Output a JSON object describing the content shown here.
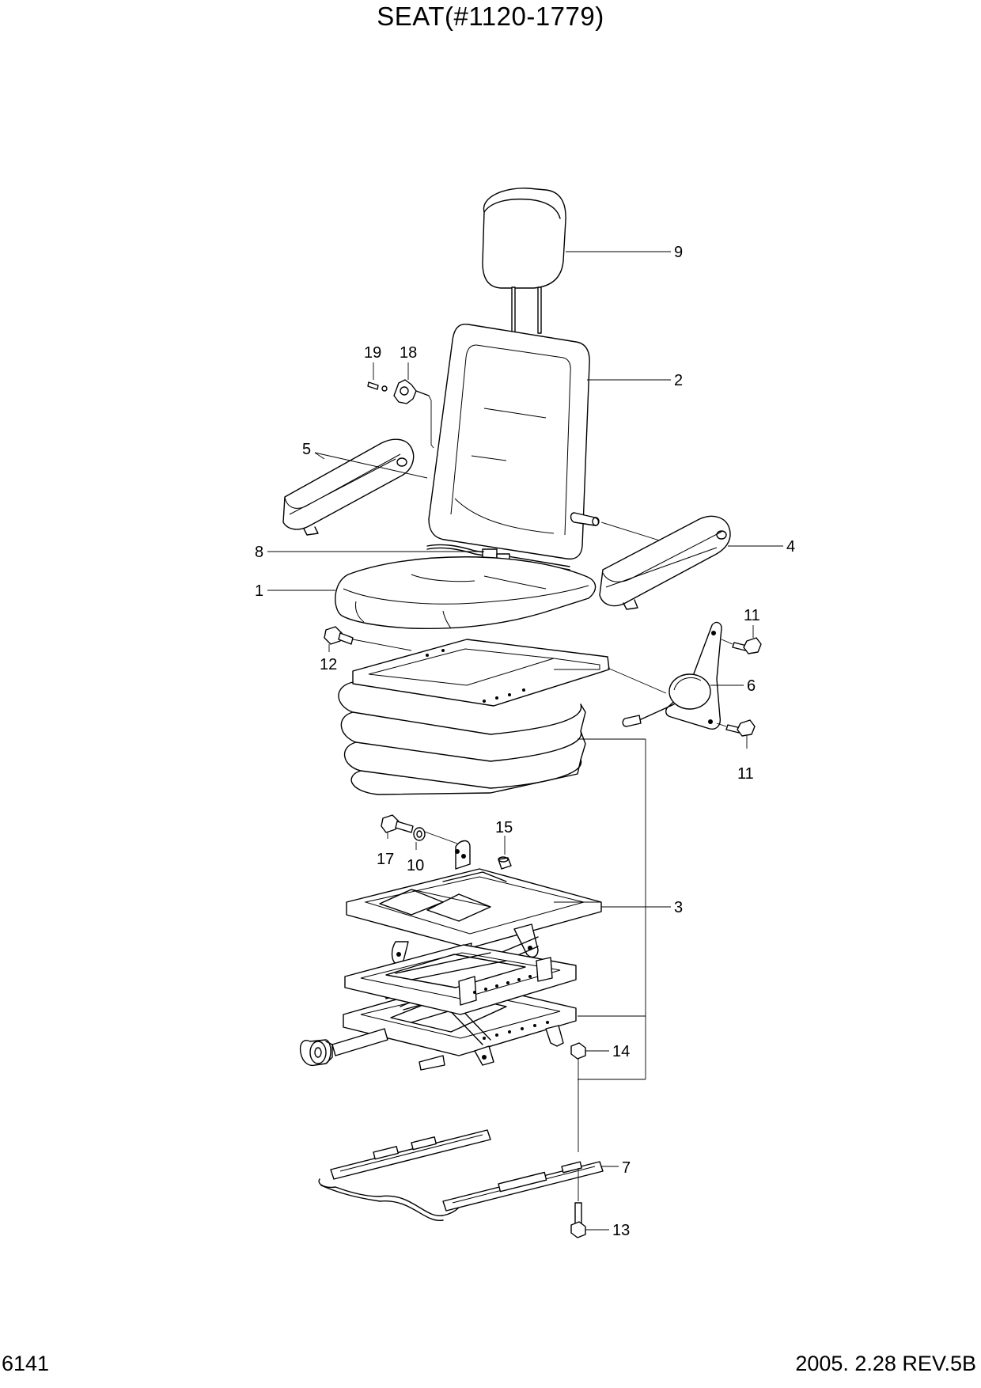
{
  "header": {
    "title": "SEAT(#1120-1779)"
  },
  "footer": {
    "page_number": "6141",
    "revision": "2005. 2.28  REV.5B"
  },
  "callouts": {
    "c1": "1",
    "c2": "2",
    "c3": "3",
    "c4": "4",
    "c5": "5",
    "c6": "6",
    "c7": "7",
    "c8": "8",
    "c9": "9",
    "c10": "10",
    "c11a": "11",
    "c11b": "11",
    "c12": "12",
    "c13": "13",
    "c14": "14",
    "c15": "15",
    "c17": "17",
    "c18": "18",
    "c19": "19"
  }
}
